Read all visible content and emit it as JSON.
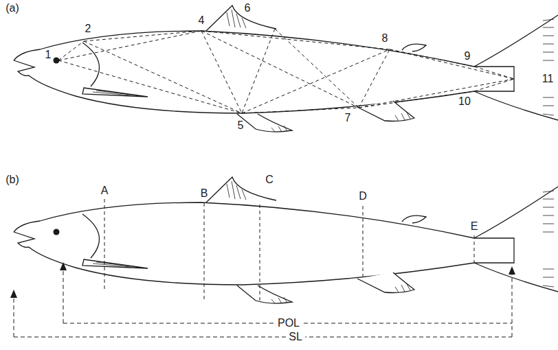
{
  "diagram": {
    "labels": [
      "(a)",
      "2",
      "1",
      "4",
      "6",
      "8",
      "9",
      "11",
      "5",
      "7",
      "10",
      "(b)",
      "A",
      "B",
      "C",
      "D",
      "E",
      "POL",
      "SL"
    ]
  }
}
